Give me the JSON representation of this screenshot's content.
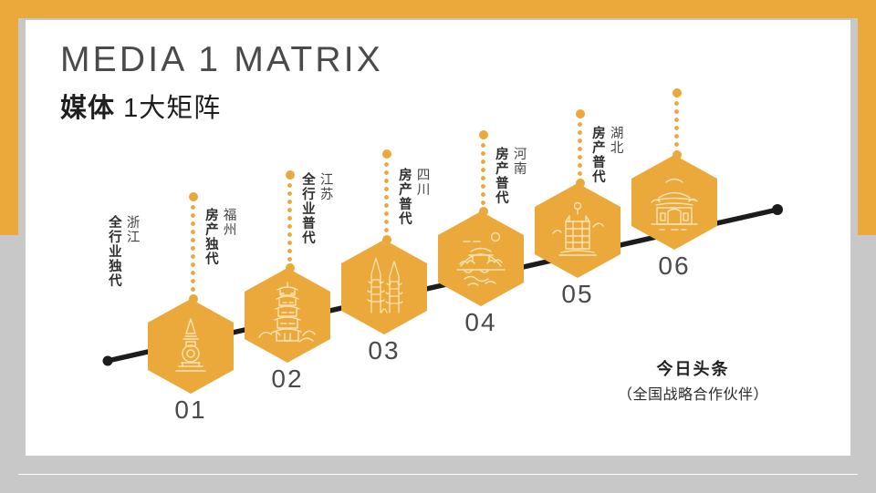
{
  "slide": {
    "title_en": "MEDIA 1 MATRIX",
    "title_cn_bold": "媒体",
    "title_cn_light": "1大矩阵"
  },
  "theme": {
    "gold": "#eaa93a",
    "gray": "#c8c8c8",
    "line": "#1c1c1c",
    "ink": "#3a3a3a"
  },
  "nodes": [
    {
      "number": "01",
      "region": "浙江",
      "role": "全行业独代",
      "icon": "stupa-pagoda-icon"
    },
    {
      "number": "02",
      "region": "福州",
      "role": "房产独代",
      "icon": "tiered-pagoda-icon"
    },
    {
      "number": "03",
      "region": "江苏",
      "role": "全行业普代",
      "icon": "twin-spires-icon"
    },
    {
      "number": "04",
      "region": "四川",
      "role": "房产普代",
      "icon": "bridge-pavilion-icon"
    },
    {
      "number": "05",
      "region": "河南",
      "role": "房产普代",
      "icon": "tower-building-icon"
    },
    {
      "number": "06",
      "region": "湖北",
      "role": "房产普代",
      "icon": "temple-gate-icon"
    }
  ],
  "partner": {
    "name": "今日头条",
    "subtitle": "（全国战略合作伙伴）"
  }
}
